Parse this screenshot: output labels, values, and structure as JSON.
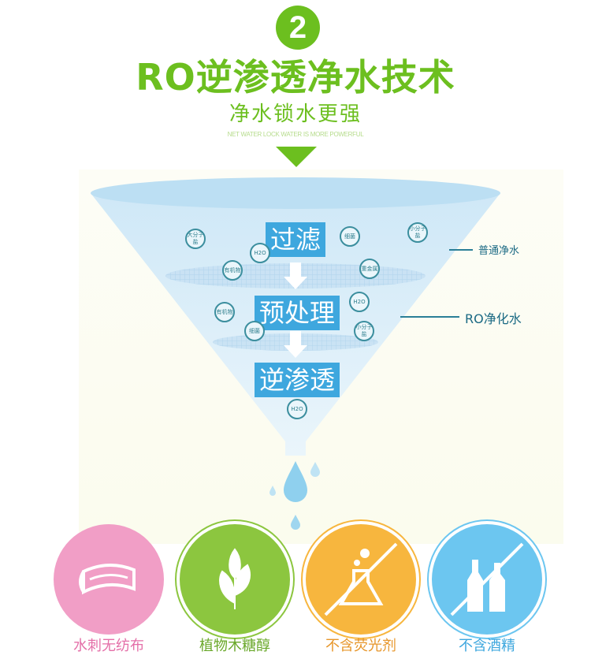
{
  "header": {
    "badge": "2",
    "title": "RO逆渗透净水技术",
    "subtitle": "净水锁水更强",
    "english": "NET WATER LOCK WATER IS MORE POWERFUL"
  },
  "funnel": {
    "steps": [
      "过滤",
      "预处理",
      "逆渗透"
    ],
    "labels": {
      "normal": "普通净水",
      "ro": "RO净化水"
    },
    "molecules": [
      "大分子盐",
      "H2O",
      "细菌",
      "小分子盐",
      "有机物",
      "重金属",
      "H2O",
      "有机物",
      "细菌",
      "小分子盐",
      "H2O"
    ]
  },
  "features": [
    {
      "label": "水刺无纺布",
      "icon": "towel-icon",
      "color": "#f19ec6"
    },
    {
      "label": "植物木糖醇",
      "icon": "leaf-icon",
      "color": "#8cc63f"
    },
    {
      "label": "不含荧光剂",
      "icon": "no-fluorescent-icon",
      "color": "#f7b63e"
    },
    {
      "label": "不含酒精",
      "icon": "no-alcohol-icon",
      "color": "#6cc6f0"
    }
  ]
}
